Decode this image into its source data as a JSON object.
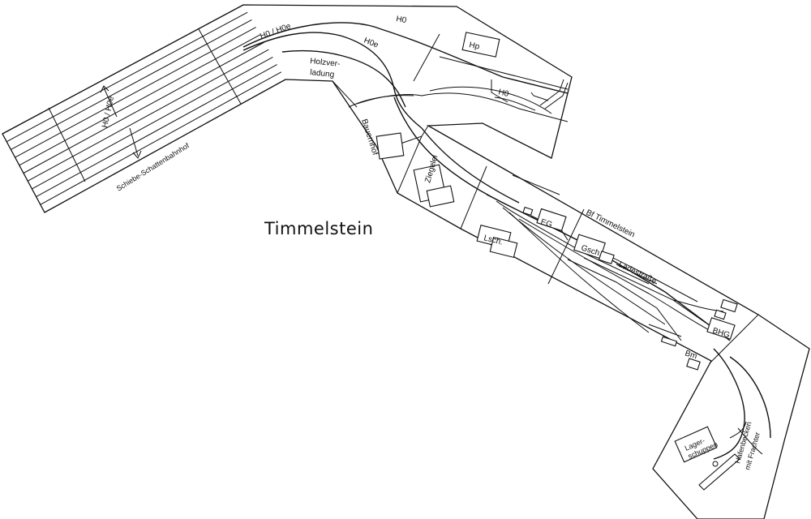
{
  "title": "Timmelstein",
  "labels": {
    "gauge_main": "H0 / H0e",
    "h0_top": "H0",
    "h0e": "H0e",
    "holz_1": "Holzver-",
    "holz_2": "ladung",
    "hp": "Hp",
    "h0_right": "H0",
    "gauge_yard": "H0 / H0e",
    "staging": "Schiebe-Schattenbahnhof",
    "bauernhof": "Bauernhof",
    "ziegelei": "Ziegelei",
    "eg": "EG",
    "bf": "Bf Timmelstein",
    "lsch": "Lsch.",
    "gsch": "Gsch.",
    "ladestrasse": "Ladestraße",
    "bhg": "BHG",
    "bm": "Bm",
    "lager_1": "Lager-",
    "lager_2": "schuppen",
    "hafen_1": "Hafenbecken",
    "hafen_2": "mit Frachter"
  }
}
